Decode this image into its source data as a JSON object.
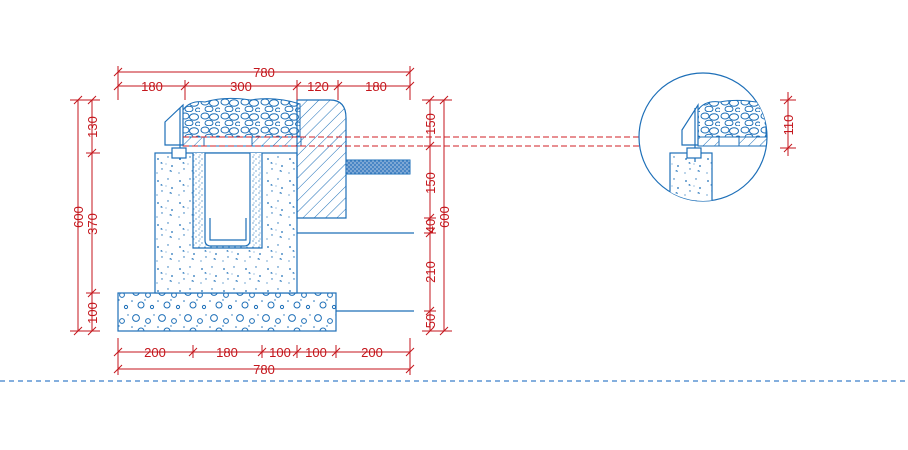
{
  "colors": {
    "dimension": "#c4161c",
    "object": "#1d6fb8",
    "ground_line": "#3a7fc9"
  },
  "top_dims": {
    "overall": "780",
    "d1": "180",
    "d2": "300",
    "d3": "120",
    "d4": "180"
  },
  "bottom_dims": {
    "overall": "780",
    "d1": "200",
    "d2": "180",
    "d3": "100",
    "d4": "100",
    "d5": "200"
  },
  "left_dims": {
    "overall": "600",
    "d1": "130",
    "d2": "370",
    "d3": "100"
  },
  "right_dims": {
    "overall": "600",
    "d1": "150",
    "d2": "150",
    "d3": "40",
    "d4": "210",
    "d5": "50"
  },
  "detail_dims": {
    "d1": "110"
  }
}
